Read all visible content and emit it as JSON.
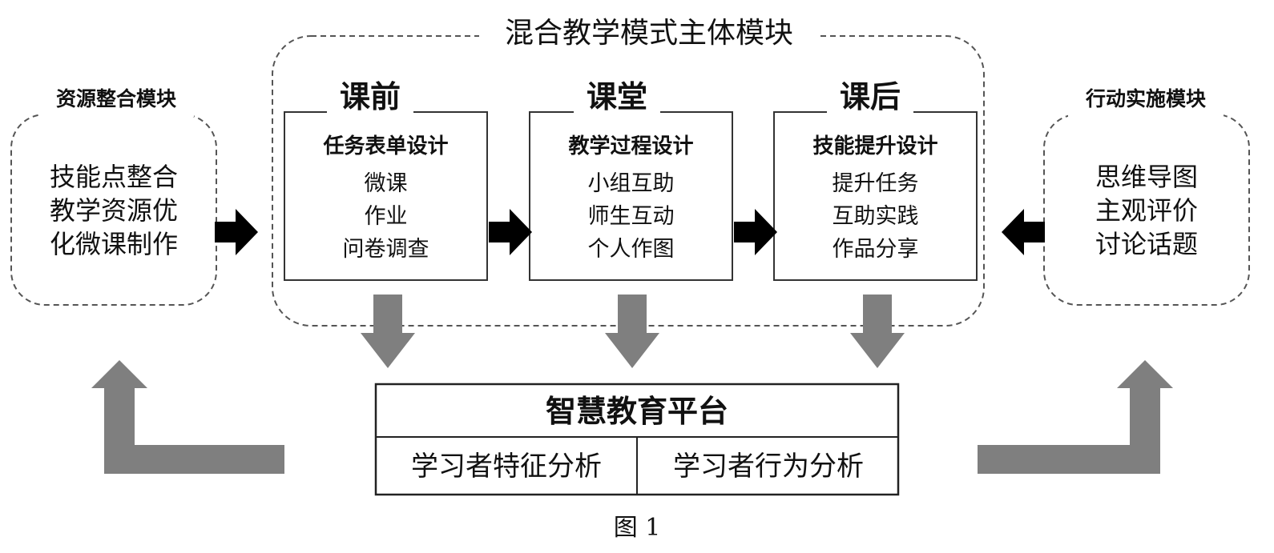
{
  "main_module": {
    "title": "混合教学模式主体模块"
  },
  "left_module": {
    "title": "资源整合模块",
    "lines": [
      "技能点整合",
      "教学资源优",
      "化微课制作"
    ]
  },
  "right_module": {
    "title": "行动实施模块",
    "lines": [
      "思维导图",
      "主观评价",
      "讨论话题"
    ]
  },
  "stages": [
    {
      "tab": "课前",
      "title": "任务表单设计",
      "items": [
        "微课",
        "作业",
        "问卷调查"
      ]
    },
    {
      "tab": "课堂",
      "title": "教学过程设计",
      "items": [
        "小组互助",
        "师生互动",
        "个人作图"
      ]
    },
    {
      "tab": "课后",
      "title": "技能提升设计",
      "items": [
        "提升任务",
        "互助实践",
        "作品分享"
      ]
    }
  ],
  "platform": {
    "title": "智慧教育平台",
    "cells": [
      "学习者特征分析",
      "学习者行为分析"
    ]
  },
  "caption": "图 1",
  "colors": {
    "arrow_black": "#000000",
    "arrow_gray": "#7f7f7f",
    "dash": "#555555"
  }
}
